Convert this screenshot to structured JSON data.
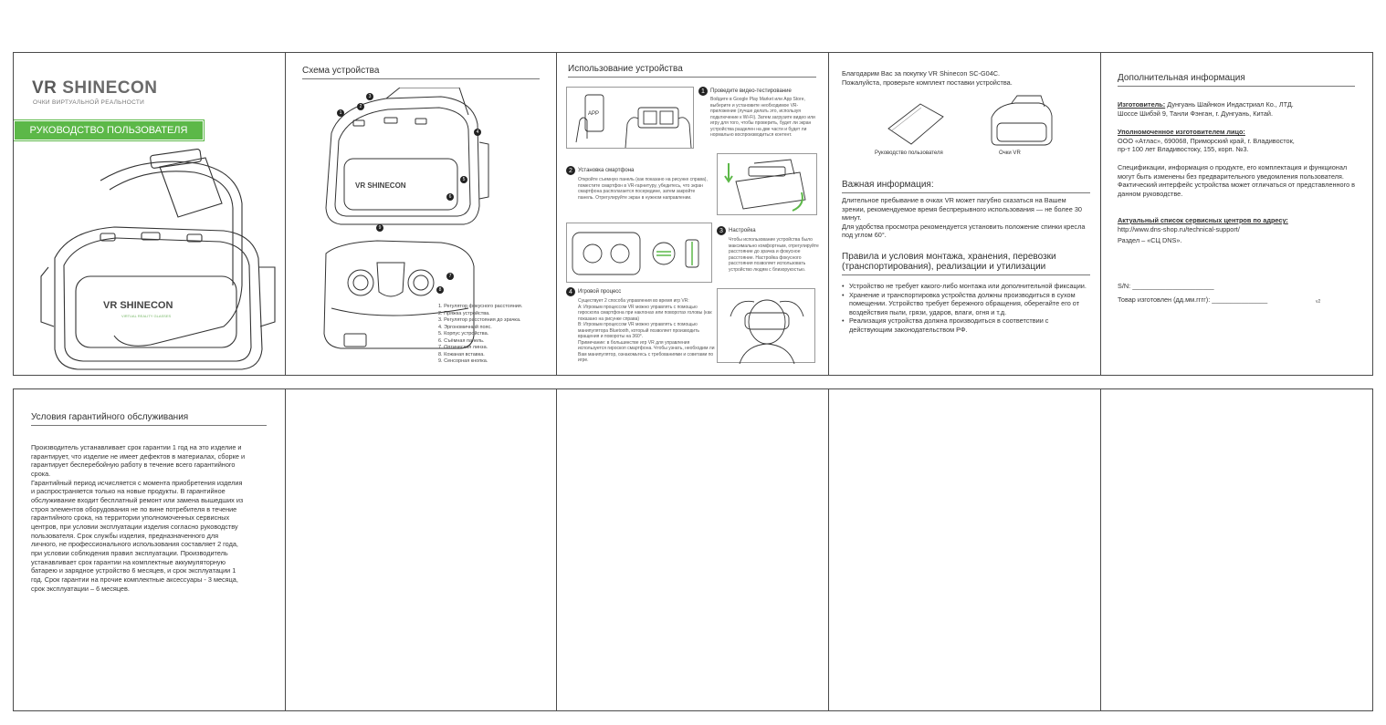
{
  "panel1": {
    "brand_vr": "VR",
    "brand_name": "SHINECON",
    "brand_subtitle": "ОЧКИ ВИРТУАЛЬНОЙ РЕАЛЬНОСТИ",
    "banner": "РУКОВОДСТВО ПОЛЬЗОВАТЕЛЯ",
    "device_logo": "VR SHINECON",
    "device_logo_sub": "VIRTUAL REALITY GLASSES"
  },
  "panel2": {
    "title": "Схема устройства",
    "device_logo": "VR SHINECON",
    "badges": [
      "1",
      "2",
      "3",
      "4",
      "5",
      "6",
      "7",
      "8",
      "9"
    ],
    "legend": [
      "1.  Регулятор фокусного расстояния.",
      "2.  Пряжка устройства.",
      "3.  Регулятор расстояния до зрачка.",
      "4.  Эргономичный пояс.",
      "5.  Корпус устройства.",
      "6.  Съёмная панель.",
      "7.  Оптическая линза.",
      "8.  Кожаная вставка.",
      "9.  Сенсорная кнопка."
    ]
  },
  "panel3": {
    "title": "Использование устройства",
    "phone_label": "APP",
    "step1_num": "1",
    "step1_title": "Проведите видео-тестирование",
    "step1_text": "Войдите в Google Play Market или App Store, выберите и установите необходимое VR-приложение (лучше делать это, используя подключение к Wi-Fi). Затем загрузите видео или игру для того, чтобы проверить, будет ли экран устройства разделен на две части и будет ли нормально воспроизводиться контент.",
    "step2_num": "2",
    "step2_title": "Установка смартфона",
    "step2_text": "Откройте съемную панель (как показано на рисунке справа), поместите смартфон в VR-гарнитуру, убедитесь, что экран смартфона располагается посередине, затем закройте панель. Отрегулируйте экран в нужном направлении.",
    "step3_num": "3",
    "step3_title": "Настройка",
    "step3_text": "Чтобы использование устройства было максимально комфортным, отрегулируйте расстояние до зрачка и фокусное расстояние. Настройка фокусного расстояния позволяет использовать устройство людям с близорукостью.",
    "step4_num": "4",
    "step4_title": "Игровой процесс",
    "step4_text": "Существует 2 способа управления во время игр VR:\nА: Игровым процессом VR можно управлять с помощью гироскопа смартфона при наклонах или поворотах головы (как показано на рисунке справа)\nВ: Игровым процессом VR можно управлять с помощью манипулятора Bluetooth, который позволяет производить вращения и повороты на 360°.\nПримечание: в большинстве игр VR для управления используется гироскоп смартфона. Чтобы узнать, необходим ли Вам манипулятор, ознакомьтесь с требованиями и советами по игре."
  },
  "panel4": {
    "intro": "Благодарим Вас за покупку VR Shinecon SC-G04C.\nПожалуйста, проверьте комплект поставки устройства.",
    "item1": "Руководство пользователя",
    "item2": "Очки VR",
    "important_title": "Важная информация:",
    "important_text": "Длительное пребывание в очках VR может пагубно сказаться на Вашем зрении, рекомендуемое время беспрерывного использования — не более 30 минут.\nДля удобства просмотра рекомендуется установить положение спинки кресла под углом 60°.",
    "rules_title": "Правила и условия монтажа, хранения, перевозки (транспортирования), реализации и утилизации",
    "rules": [
      "Устройство не требует какого-либо монтажа или дополнительной фиксации.",
      "Хранение и транспортировка устройства должны производиться в сухом помещении. Устройство требует бережного обращения, оберегайте его от воздействия пыли, грязи, ударов, влаги, огня и т.д.",
      "Реализация устройства должна производиться  в соответствии с действующим законодательством РФ."
    ]
  },
  "panel5": {
    "title": "Дополнительная информация",
    "manufacturer_label": "Изготовитель:",
    "manufacturer_text": "Дунгуань Шайнкон Индастриал Ко., ЛТД.\nШоссе Шибэй 9, Танли Фэнган, г. Дунгуань, Китай.",
    "authorized_label": "Уполномоченное изготовителем лицо:",
    "authorized_text": "ООО «Атлас», 690068, Приморский край, г. Владивосток,\nпр-т 100 лет Владивостоку, 155, корп. №3.",
    "spec_text": "Спецификации, информация о продукте, его комплектация и функционал могут быть изменены без предварительного уведомления пользователя. Фактический интерфейс устройства может отличаться от представленного в данном руководстве.",
    "service_label": "Актуальный список сервисных центров по адресу:",
    "service_url": "http://www.dns-shop.ru/technical-support/",
    "service_section": "Раздел – «СЦ DNS».",
    "sn_label": "S/N: ______________________",
    "date_label": "Товар изготовлен (дд.мм.гггг): _______________",
    "version": "v2"
  },
  "warranty": {
    "title": "Условия гарантийного обслуживания",
    "text": "Производитель устанавливает срок гарантии 1 год на это изделие и гарантирует, что изделие не имеет дефектов в материалах, сборке и гарантирует бесперебойную работу в течение всего гарантийного срока.\nГарантийный период исчисляется с момента приобретения изделия и распространяется только на новые продукты. В гарантийное обслуживание входит бесплатный ремонт или замена вышедших из строя элементов оборудования не по вине потребителя в течение гарантийного срока, на территории уполномоченных сервисных центров, при условии эксплуатации изделия согласно руководству пользователя. Срок службы изделия, предназначенного для личного, не профессионального использования составляет 2 года, при условии соблюдения правил эксплуатации. Производитель устанавливает срок гарантии на комплектные аккумуляторную батарею и зарядное устройство 6 месяцев, и срок эксплуатации 1 год. Срок гарантии на прочие комплектные аксессуары - 3 месяца, срок эксплуатации – 6 месяцев."
  },
  "colors": {
    "accent_green": "#5cb848",
    "border": "#4a4a4a",
    "text": "#333333"
  }
}
